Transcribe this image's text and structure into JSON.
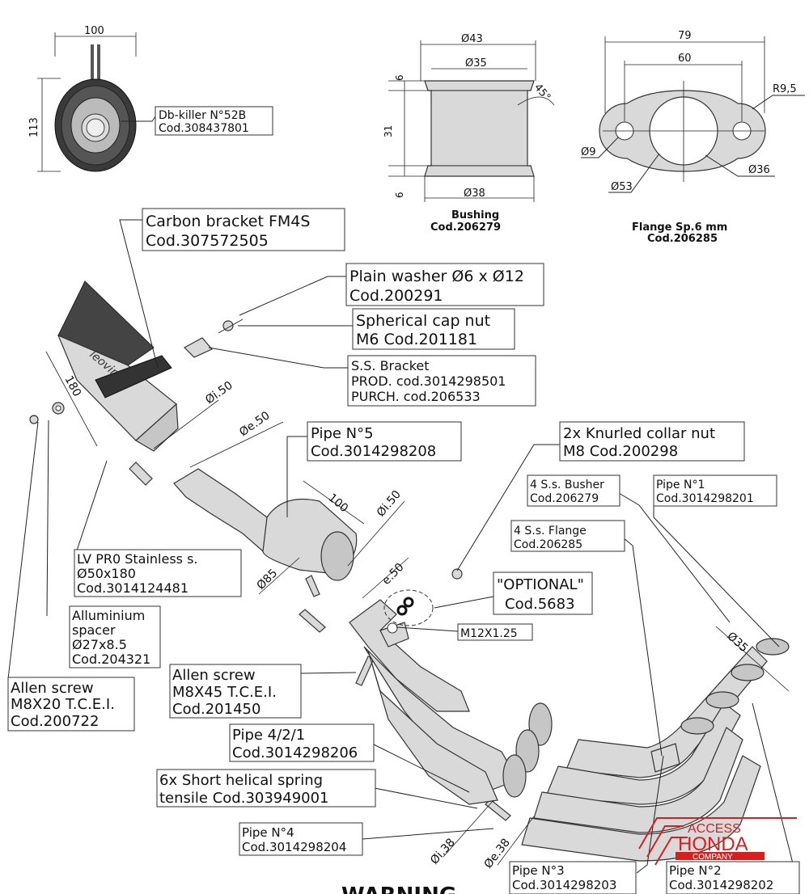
{
  "dbkiller": {
    "width_dim": "100",
    "height_dim": "113",
    "label_line1": "Db-killer N°52B",
    "label_line2": "Cod.308437801"
  },
  "bushing": {
    "d_outer": "Ø43",
    "d_inner_top": "Ø35",
    "d_bottom": "Ø38",
    "angle": "45°",
    "h_top": "6",
    "h_mid": "31",
    "h_bottom": "6",
    "title_line1": "Bushing",
    "title_line2": "Cod.206279"
  },
  "flange": {
    "w_outer": "79",
    "w_inner": "60",
    "radius": "R9,5",
    "hole": "Ø9",
    "d_big": "Ø53",
    "d_small": "Ø36",
    "title_line1": "Flange Sp.6 mm",
    "title_line2": "Cod.206285"
  },
  "callouts": {
    "carbon_bracket": [
      "Carbon bracket FM4S",
      "Cod.307572505"
    ],
    "plain_washer": [
      "Plain washer Ø6 x Ø12",
      "Cod.200291"
    ],
    "cap_nut": [
      "Spherical cap nut",
      "M6 Cod.201181"
    ],
    "ss_bracket": [
      "S.S. Bracket",
      "PROD. cod.3014298501",
      "PURCH. cod.206533"
    ],
    "pipe5": [
      "Pipe N°5",
      "Cod.3014298208"
    ],
    "collar_nut": [
      "2x Knurled collar nut",
      "M8 Cod.200298"
    ],
    "busher": [
      "4 S.s. Busher",
      "Cod.206279"
    ],
    "pipe1": [
      "Pipe N°1",
      "Cod.3014298201"
    ],
    "ss_flange": [
      "4 S.s. Flange",
      "Cod.206285"
    ],
    "optional": [
      "\"OPTIONAL\"",
      "Cod.5683"
    ],
    "m12": [
      "M12X1.25"
    ],
    "silencer": [
      "LV PR0 Stainless s.",
      "Ø50x180",
      "Cod.3014124481"
    ],
    "spacer": [
      "Alluminium",
      "spacer",
      "Ø27x8.5",
      "Cod.204321"
    ],
    "allen_m8x20": [
      "Allen screw",
      "M8X20 T.C.E.I.",
      "Cod.200722"
    ],
    "allen_m8x45": [
      "Allen screw",
      "M8X45 T.C.E.I.",
      "Cod.201450"
    ],
    "pipe421": [
      "Pipe 4/2/1",
      "Cod.3014298206"
    ],
    "spring": [
      "6x Short helical spring",
      "tensile Cod.303949001"
    ],
    "pipe4": [
      "Pipe N°4",
      "Cod.3014298204"
    ],
    "pipe3": [
      "Pipe N°3",
      "Cod.3014298203"
    ],
    "pipe2": [
      "Pipe N°2",
      "Cod.3014298202"
    ]
  },
  "dims": {
    "silencer_len": "180",
    "i50_a": "Øi.50",
    "e50_a": "Øe.50",
    "pipe5_len": "100",
    "i50_b": "Øi.50",
    "d85": "Ø85",
    "e50_b": "e.50",
    "d35": "Ø35",
    "i38": "Øi.38",
    "e38": "Øe.38"
  },
  "logo": {
    "line1": "ACCESS",
    "line2": "HONDA",
    "line3": "COMPANY",
    "color": "#d62020"
  },
  "footer": {
    "warning": "WARNING"
  }
}
